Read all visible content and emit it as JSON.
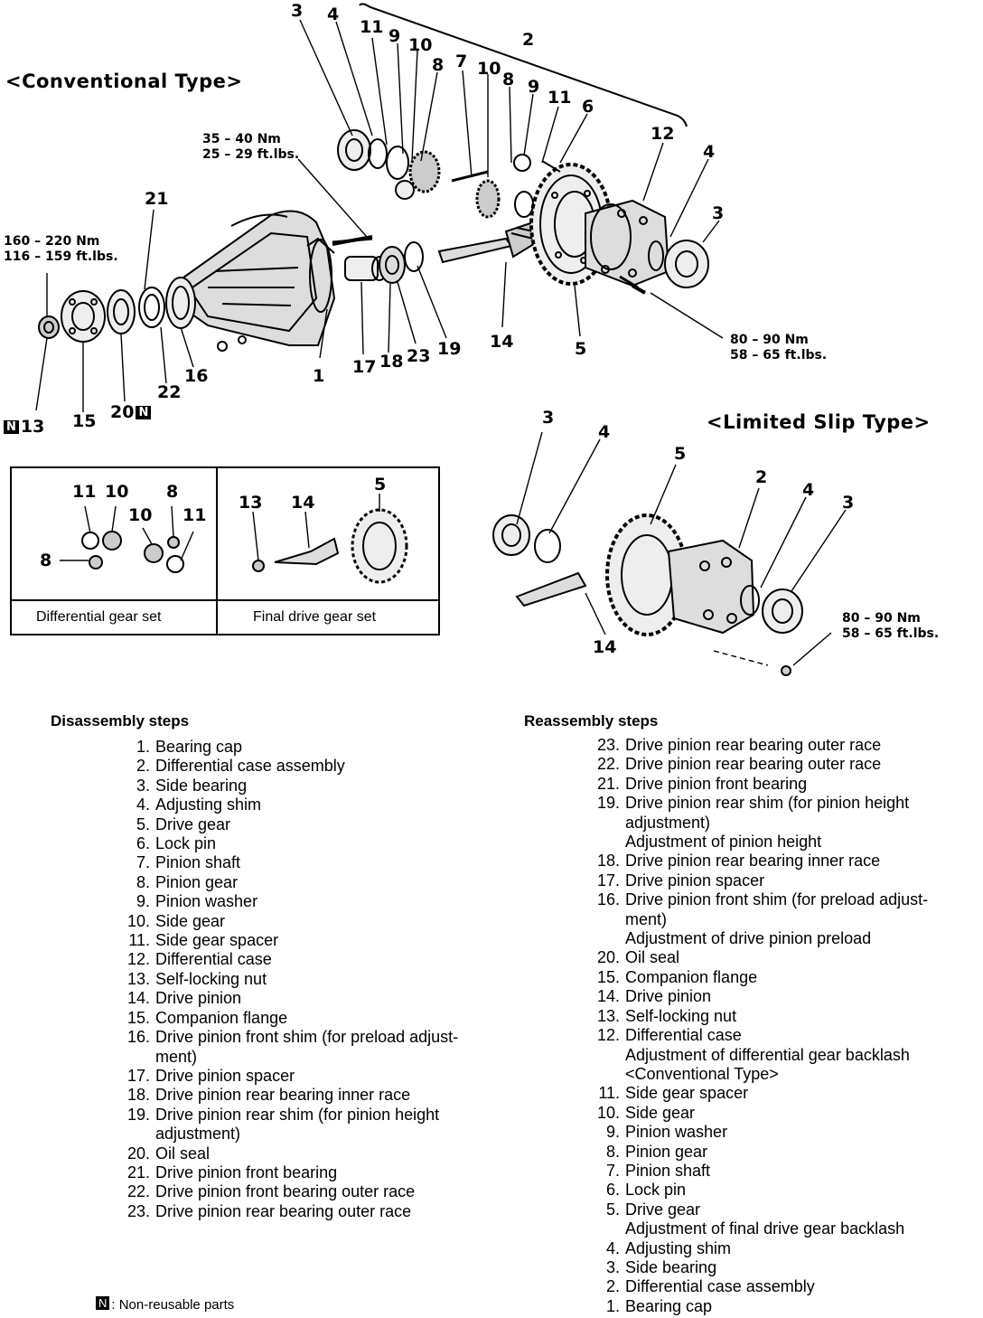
{
  "titles": {
    "conventional": "<Conventional Type>",
    "limited_slip": "<Limited Slip Type>"
  },
  "torques": {
    "bolt_top": [
      "35 – 40 Nm",
      "25 – 29 ft.lbs."
    ],
    "nut_left": [
      "160 – 220 Nm",
      "116 – 159 ft.lbs."
    ],
    "bolt_right": [
      "80 – 90 Nm",
      "58 – 65 ft.lbs."
    ],
    "bolt_lsd": [
      "80 – 90 Nm",
      "58 – 65 ft.lbs."
    ]
  },
  "callouts_main": [
    "3",
    "4",
    "11",
    "9",
    "10",
    "8",
    "7",
    "10",
    "8",
    "9",
    "11",
    "6",
    "2",
    "12",
    "4",
    "3",
    "21",
    "1",
    "17",
    "18",
    "23",
    "19",
    "14",
    "5",
    "22",
    "16",
    "15",
    "20",
    "13"
  ],
  "callouts_lsd": [
    "3",
    "4",
    "5",
    "2",
    "4",
    "3",
    "14"
  ],
  "gear_sets": {
    "differential": {
      "label": "Differential gear set",
      "callouts": [
        "11",
        "10",
        "8",
        "10",
        "8",
        "11"
      ]
    },
    "final_drive": {
      "label": "Final drive gear set",
      "callouts": [
        "13",
        "14",
        "5"
      ]
    }
  },
  "disassembly": {
    "title": "Disassembly steps",
    "steps": [
      {
        "no": "1.",
        "text": "Bearing cap"
      },
      {
        "no": "2.",
        "text": "Differential case assembly"
      },
      {
        "no": "3.",
        "text": "Side bearing"
      },
      {
        "no": "4.",
        "text": "Adjusting shim"
      },
      {
        "no": "5.",
        "text": "Drive gear"
      },
      {
        "no": "6.",
        "text": "Lock pin"
      },
      {
        "no": "7.",
        "text": "Pinion shaft"
      },
      {
        "no": "8.",
        "text": "Pinion gear"
      },
      {
        "no": "9.",
        "text": "Pinion washer"
      },
      {
        "no": "10.",
        "text": "Side gear"
      },
      {
        "no": "11.",
        "text": "Side gear spacer"
      },
      {
        "no": "12.",
        "text": "Differential case"
      },
      {
        "no": "13.",
        "text": "Self-locking nut"
      },
      {
        "no": "14.",
        "text": "Drive pinion"
      },
      {
        "no": "15.",
        "text": "Companion flange"
      },
      {
        "no": "16.",
        "text": "Drive pinion front shim (for preload adjust-",
        "sub": [
          "ment)"
        ]
      },
      {
        "no": "17.",
        "text": "Drive pinion spacer"
      },
      {
        "no": "18.",
        "text": "Drive pinion rear bearing inner race"
      },
      {
        "no": "19.",
        "text": "Drive pinion rear shim (for pinion height",
        "sub": [
          "adjustment)"
        ]
      },
      {
        "no": "20.",
        "text": "Oil seal"
      },
      {
        "no": "21.",
        "text": "Drive pinion front bearing"
      },
      {
        "no": "22.",
        "text": "Drive pinion front bearing outer race"
      },
      {
        "no": "23.",
        "text": "Drive pinion rear bearing outer race"
      }
    ]
  },
  "reassembly": {
    "title": "Reassembly steps",
    "steps": [
      {
        "no": "23.",
        "text": "Drive pinion rear bearing outer race"
      },
      {
        "no": "22.",
        "text": "Drive pinion rear bearing outer race"
      },
      {
        "no": "21.",
        "text": "Drive pinion front bearing"
      },
      {
        "no": "19.",
        "text": "Drive pinion rear shim (for pinion height",
        "sub": [
          "adjustment)",
          "Adjustment of pinion height"
        ]
      },
      {
        "no": "18.",
        "text": "Drive pinion rear bearing inner race"
      },
      {
        "no": "17.",
        "text": "Drive pinion spacer"
      },
      {
        "no": "16.",
        "text": "Drive pinion front shim (for preload adjust-",
        "sub": [
          "ment)",
          "Adjustment of drive pinion preload"
        ]
      },
      {
        "no": "20.",
        "text": "Oil seal"
      },
      {
        "no": "15.",
        "text": "Companion flange"
      },
      {
        "no": "14.",
        "text": "Drive pinion"
      },
      {
        "no": "13.",
        "text": "Self-locking nut"
      },
      {
        "no": "12.",
        "text": "Differential case",
        "sub": [
          "Adjustment of differential gear backlash",
          "<Conventional Type>"
        ]
      },
      {
        "no": "11.",
        "text": "Side gear spacer"
      },
      {
        "no": "10.",
        "text": "Side gear"
      },
      {
        "no": "9.",
        "text": "Pinion washer"
      },
      {
        "no": "8.",
        "text": "Pinion gear"
      },
      {
        "no": "7.",
        "text": "Pinion shaft"
      },
      {
        "no": "6.",
        "text": "Lock pin"
      },
      {
        "no": "5.",
        "text": "Drive gear",
        "sub": [
          "Adjustment of final drive gear backlash"
        ]
      },
      {
        "no": "4.",
        "text": "Adjusting shim"
      },
      {
        "no": "3.",
        "text": "Side bearing"
      },
      {
        "no": "2.",
        "text": "Differential case assembly"
      },
      {
        "no": "1.",
        "text": "Bearing cap"
      }
    ]
  },
  "legend": {
    "symbol": "N",
    "text": ": Non-reusable parts"
  }
}
